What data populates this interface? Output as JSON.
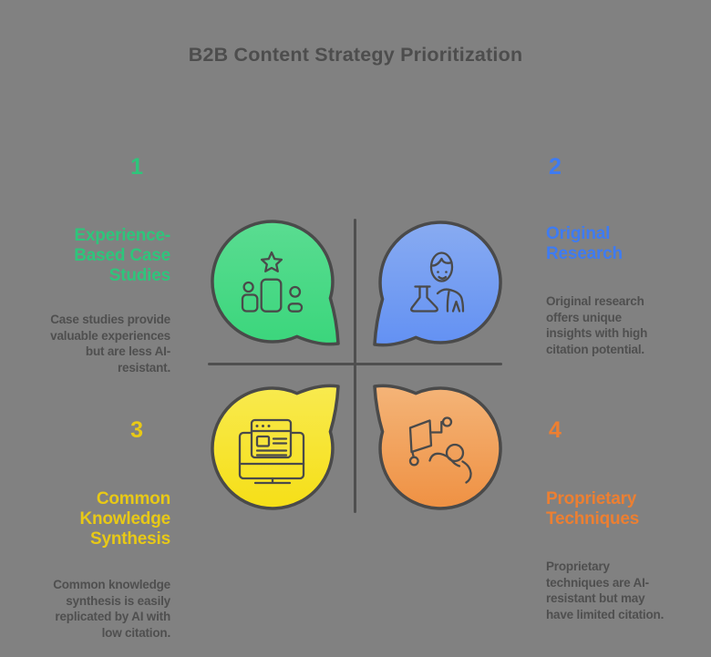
{
  "title": "B2B Content Strategy Prioritization",
  "background_color": "#818181",
  "divider_color": "#4f4f4f",
  "outline_color": "#4a4a4a",
  "sections": [
    {
      "number": "1",
      "title": "Experience-\nBased Case\nStudies",
      "description": "Case studies provide\nvaluable experiences\nbut are less AI-\nresistant.",
      "accent_color": "#2EC57B",
      "bubble_gradient_top": "#5ADC91",
      "bubble_gradient_bottom": "#3BD67C",
      "icon": "ranking-podium-star-icon",
      "position": "top-left"
    },
    {
      "number": "2",
      "title": "Original\nResearch",
      "description": "Original research\noffers unique\ninsights with high\ncitation potential.",
      "accent_color": "#3E7BF2",
      "bubble_gradient_top": "#88ABF1",
      "bubble_gradient_bottom": "#6391F3",
      "icon": "scientist-flask-icon",
      "position": "top-right"
    },
    {
      "number": "3",
      "title": "Common\nKnowledge\nSynthesis",
      "description": "Common knowledge\nsynthesis is easily\nreplicated by AI with\nlow citation.",
      "accent_color": "#E8C916",
      "bubble_gradient_top": "#F8EA4F",
      "bubble_gradient_bottom": "#F6DF17",
      "icon": "browser-monitor-icon",
      "position": "bottom-left"
    },
    {
      "number": "4",
      "title": "Proprietary\nTechniques",
      "description": "Proprietary\ntechniques are AI-\nresistant but may\nhave limited citation.",
      "accent_color": "#ED7F31",
      "bubble_gradient_top": "#F4B478",
      "bubble_gradient_bottom": "#EF9143",
      "icon": "flowchart-person-icon",
      "position": "bottom-right"
    }
  ]
}
